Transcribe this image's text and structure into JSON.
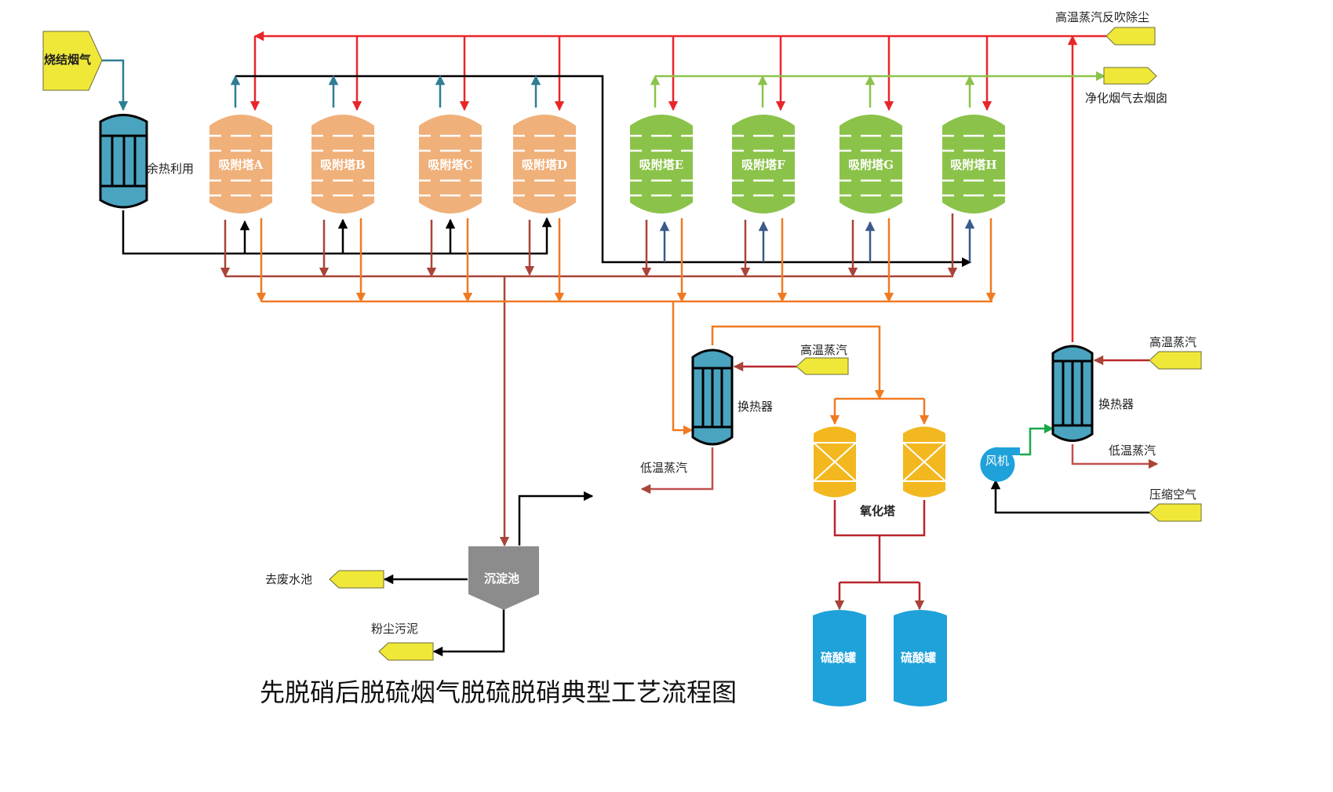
{
  "title": "先脱硝后脱硫烟气脱硫脱硝典型工艺流程图",
  "colors": {
    "orange_tower": "#f0b07a",
    "green_tower": "#8bc34a",
    "heat_exchanger": "#4aa3bf",
    "oxidation_tower": "#f3b81f",
    "acid_tank": "#1fa1da",
    "settling_tank": "#8c8c8c",
    "terminal": "#f0e838",
    "steam_red": "#e8262a",
    "dark_red": "#a94438",
    "orange_line": "#f07a22",
    "teal_line": "#2f7d93",
    "green_line": "#8bc34a",
    "navy_line": "#3a5a8a",
    "fan": "#1fa1da"
  },
  "terminals": {
    "sinter_gas": "烧结烟气",
    "steam_backblow": "高温蒸汽反吹除尘",
    "clean_gas": "净化烟气去烟囱",
    "high_temp_steam_1": "高温蒸汽",
    "high_temp_steam_2": "高温蒸汽",
    "compressed_air": "压缩空气",
    "waste_water": "去废水池",
    "dust_sludge": "粉尘污泥"
  },
  "labels": {
    "waste_heat": "余热利用",
    "heat_exchanger_1": "换热器",
    "heat_exchanger_2": "换热器",
    "low_temp_steam_1": "低温蒸汽",
    "low_temp_steam_2": "低温蒸汽",
    "oxidation_tower": "氧化塔",
    "fan": "风机",
    "settling_tank": "沉淀池",
    "acid_tank_1": "硫酸罐",
    "acid_tank_2": "硫酸罐"
  },
  "towers": [
    {
      "label": "吸附塔A",
      "group": "orange"
    },
    {
      "label": "吸附塔B",
      "group": "orange"
    },
    {
      "label": "吸附塔C",
      "group": "orange"
    },
    {
      "label": "吸附塔D",
      "group": "orange"
    },
    {
      "label": "吸附塔E",
      "group": "green"
    },
    {
      "label": "吸附塔F",
      "group": "green"
    },
    {
      "label": "吸附塔G",
      "group": "green"
    },
    {
      "label": "吸附塔H",
      "group": "green"
    }
  ]
}
